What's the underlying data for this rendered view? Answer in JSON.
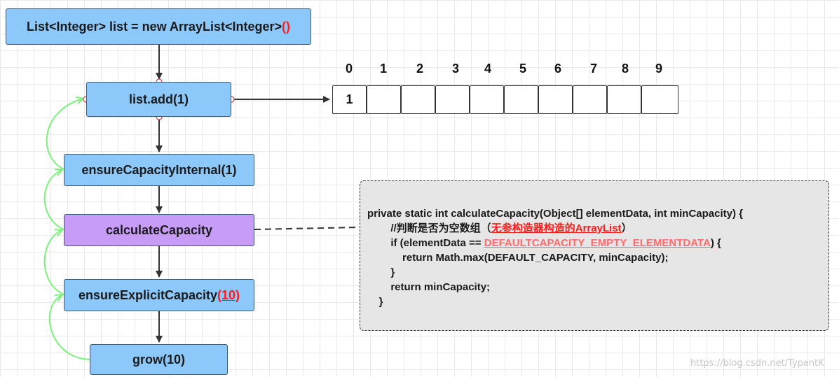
{
  "nodes": {
    "init": {
      "prefix": "List<Integer> list = new ArrayList<Integer>",
      "suffix": "()"
    },
    "add": "list.add(1)",
    "ensure_internal": "ensureCapacityInternal(1)",
    "calc": "calculateCapacity",
    "explicit": {
      "prefix": "ensureExplicitCapacity",
      "suffix": "(10)"
    },
    "grow": "grow(10)"
  },
  "array": {
    "indices": [
      "0",
      "1",
      "2",
      "3",
      "4",
      "5",
      "6",
      "7",
      "8",
      "9"
    ],
    "cells": [
      "1",
      "",
      "",
      "",
      "",
      "",
      "",
      "",
      "",
      ""
    ]
  },
  "code": {
    "line1": "private static int calculateCapacity(Object[] elementData, int minCapacity) {",
    "line2_text": "//判断是否为空数组（",
    "line2_hl": "无参构造器构造的ArrayList",
    "line2_end": "）",
    "line3_prefix": "if (elementData == ",
    "line3_hl": "DEFAULTCAPACITY_EMPTY_ELEMENTDATA",
    "line3_suffix": ") {",
    "line4": "return Math.max(DEFAULT_CAPACITY, minCapacity);",
    "line5": "}",
    "line6": "return minCapacity;",
    "line7": "}"
  },
  "watermark": "https://blog.csdn.net/TypantK",
  "colors": {
    "box_blue": "#8dc8fb",
    "box_purple": "#c69cf6",
    "loop_green": "#7ef07e",
    "highlight_red": "#ff1a1a"
  }
}
